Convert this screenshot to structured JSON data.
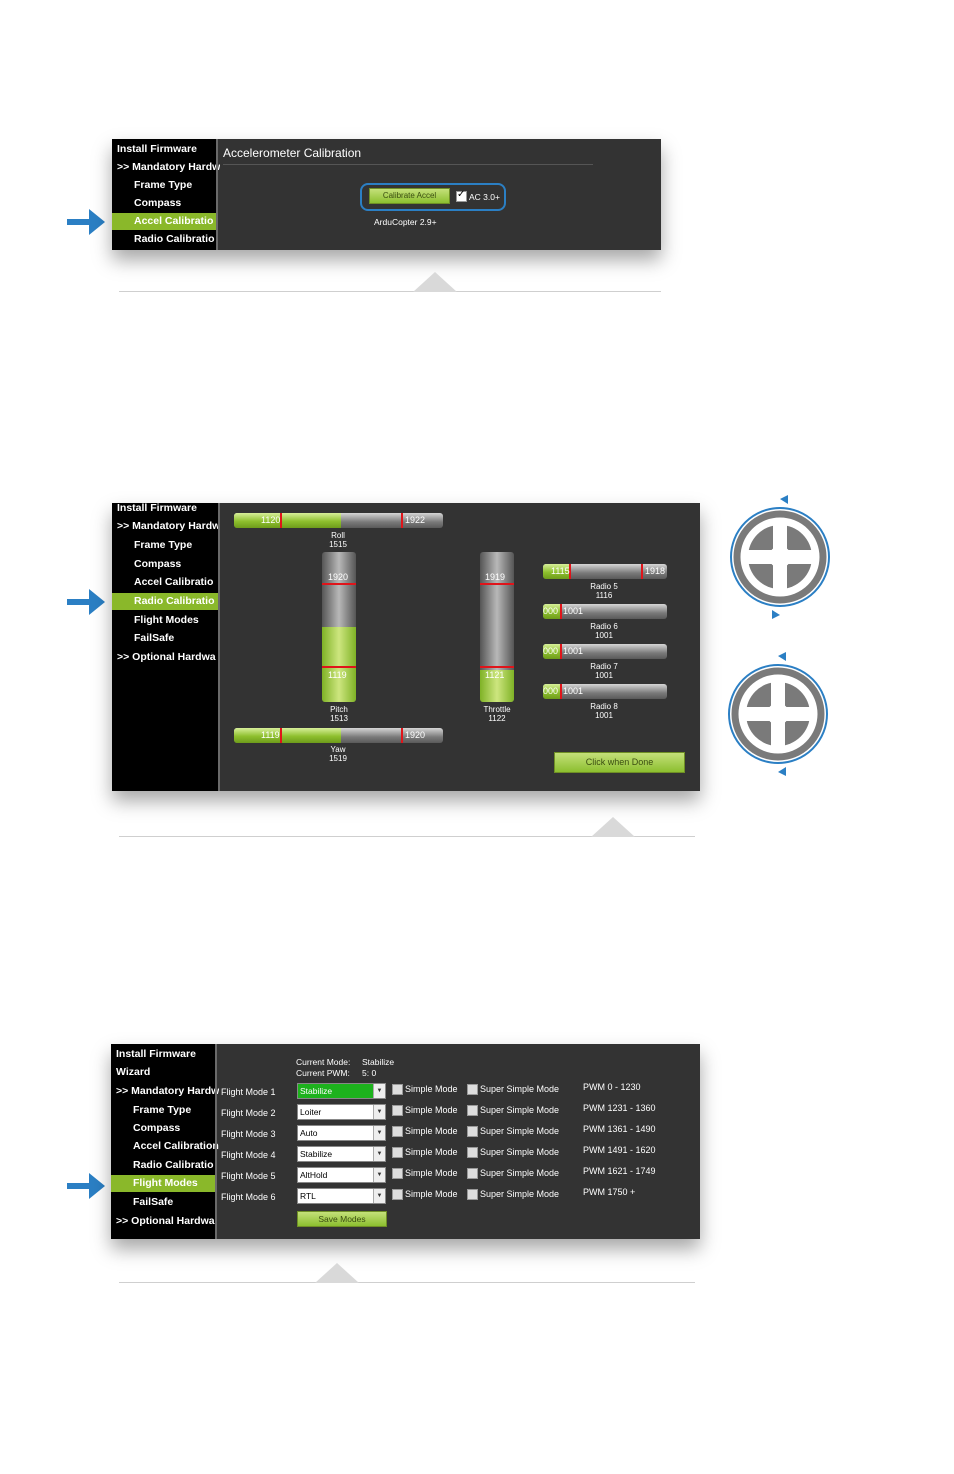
{
  "colors": {
    "accent_green": "#8ab82a",
    "arrow_blue": "#2b7fc4",
    "panel_bg": "#333333",
    "red_marker": "#e0141a"
  },
  "panel1": {
    "sidebar": [
      "Install Firmware",
      ">> Mandatory Hardw",
      "Frame Type",
      "Compass",
      "Accel Calibratio",
      "Radio Calibratio"
    ],
    "active_index": 4,
    "title": "Accelerometer Calibration",
    "button": "Calibrate Accel",
    "checkbox_label": "AC 3.0+",
    "checkbox_checked": true,
    "version": "ArduCopter 2.9+"
  },
  "panel2": {
    "sidebar": [
      "Install Firmware",
      ">> Mandatory Hardw",
      "Frame Type",
      "Compass",
      "Accel Calibratio",
      "Radio Calibratio",
      "Flight Modes",
      "FailSafe",
      ">> Optional Hardwa"
    ],
    "active_index": 5,
    "roll": {
      "min": "1120",
      "max": "1922",
      "name": "Roll",
      "value": "1515"
    },
    "pitch": {
      "min": "1119",
      "max": "1920",
      "name": "Pitch",
      "value": "1513"
    },
    "yaw": {
      "min": "1119",
      "max": "1920",
      "name": "Yaw",
      "value": "1519"
    },
    "throttle": {
      "min": "1121",
      "max": "1919",
      "name": "Throttle",
      "value": "1122"
    },
    "radios": [
      {
        "min": "1115",
        "max": "1918",
        "name": "Radio 5",
        "value": "1116"
      },
      {
        "min": "000",
        "max": "1001",
        "name": "Radio 6",
        "value": "1001"
      },
      {
        "min": "000",
        "max": "1001",
        "name": "Radio 7",
        "value": "1001"
      },
      {
        "min": "000",
        "max": "1001",
        "name": "Radio 8",
        "value": "1001"
      }
    ],
    "done_button": "Click when Done"
  },
  "panel3": {
    "sidebar": [
      "Install Firmware",
      "Wizard",
      ">> Mandatory Hardw",
      "Frame Type",
      "Compass",
      "Accel Calibration",
      "Radio Calibratio",
      "Flight Modes",
      "FailSafe",
      ">> Optional Hardwa"
    ],
    "active_index": 7,
    "current_mode_label": "Current Mode:",
    "current_mode_value": "Stabilize",
    "current_pwm_label": "Current PWM:",
    "current_pwm_value": "5: 0",
    "modes": [
      {
        "label": "Flight Mode 1",
        "value": "Stabilize",
        "pwm": "PWM 0 - 1230"
      },
      {
        "label": "Flight Mode 2",
        "value": "Loiter",
        "pwm": "PWM 1231 - 1360"
      },
      {
        "label": "Flight Mode 3",
        "value": "Auto",
        "pwm": "PWM 1361 - 1490"
      },
      {
        "label": "Flight Mode 4",
        "value": "Stabilize",
        "pwm": "PWM 1491 - 1620"
      },
      {
        "label": "Flight Mode 5",
        "value": "AltHold",
        "pwm": "PWM 1621 - 1749"
      },
      {
        "label": "Flight Mode 6",
        "value": "RTL",
        "pwm": "PWM 1750 +"
      }
    ],
    "simple_label": "Simple Mode",
    "super_simple_label": "Super Simple Mode",
    "save_button": "Save Modes"
  }
}
